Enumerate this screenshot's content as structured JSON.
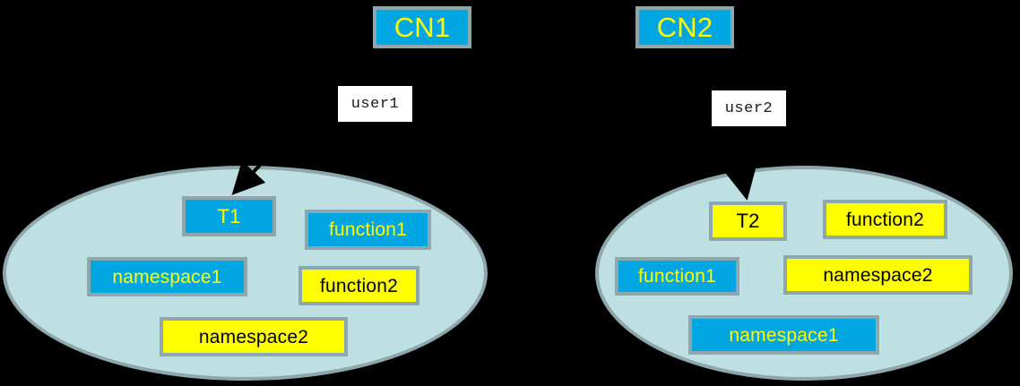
{
  "diagram": {
    "background_color": "#000000",
    "ellipse_fill": "#bee0e2",
    "border_color": "#8ea7ad",
    "cyan_fill": "#00a6e2",
    "yellow_fill": "#ffff00",
    "yellow_text": "#ffff00",
    "black_text": "#000000",
    "arrow_color": "#000000"
  },
  "clusters": [
    {
      "id": "left",
      "container_node": {
        "label": "CN1"
      },
      "user": {
        "label": "user1"
      },
      "arrow": {
        "from": "user1",
        "to": "T1"
      },
      "objects": [
        {
          "label": "T1",
          "kind": "table",
          "fill": "cyan"
        },
        {
          "label": "function1",
          "kind": "function",
          "fill": "cyan"
        },
        {
          "label": "namespace1",
          "kind": "namespace",
          "fill": "cyan"
        },
        {
          "label": "function2",
          "kind": "function",
          "fill": "yellow"
        },
        {
          "label": "namespace2",
          "kind": "namespace",
          "fill": "yellow"
        }
      ]
    },
    {
      "id": "right",
      "container_node": {
        "label": "CN2"
      },
      "user": {
        "label": "user2"
      },
      "arrow": {
        "from": "user2",
        "to": "T2"
      },
      "objects": [
        {
          "label": "T2",
          "kind": "table",
          "fill": "yellow"
        },
        {
          "label": "function2",
          "kind": "function",
          "fill": "yellow"
        },
        {
          "label": "function1",
          "kind": "function",
          "fill": "cyan"
        },
        {
          "label": "namespace2",
          "kind": "namespace",
          "fill": "yellow"
        },
        {
          "label": "namespace1",
          "kind": "namespace",
          "fill": "cyan"
        }
      ]
    }
  ]
}
